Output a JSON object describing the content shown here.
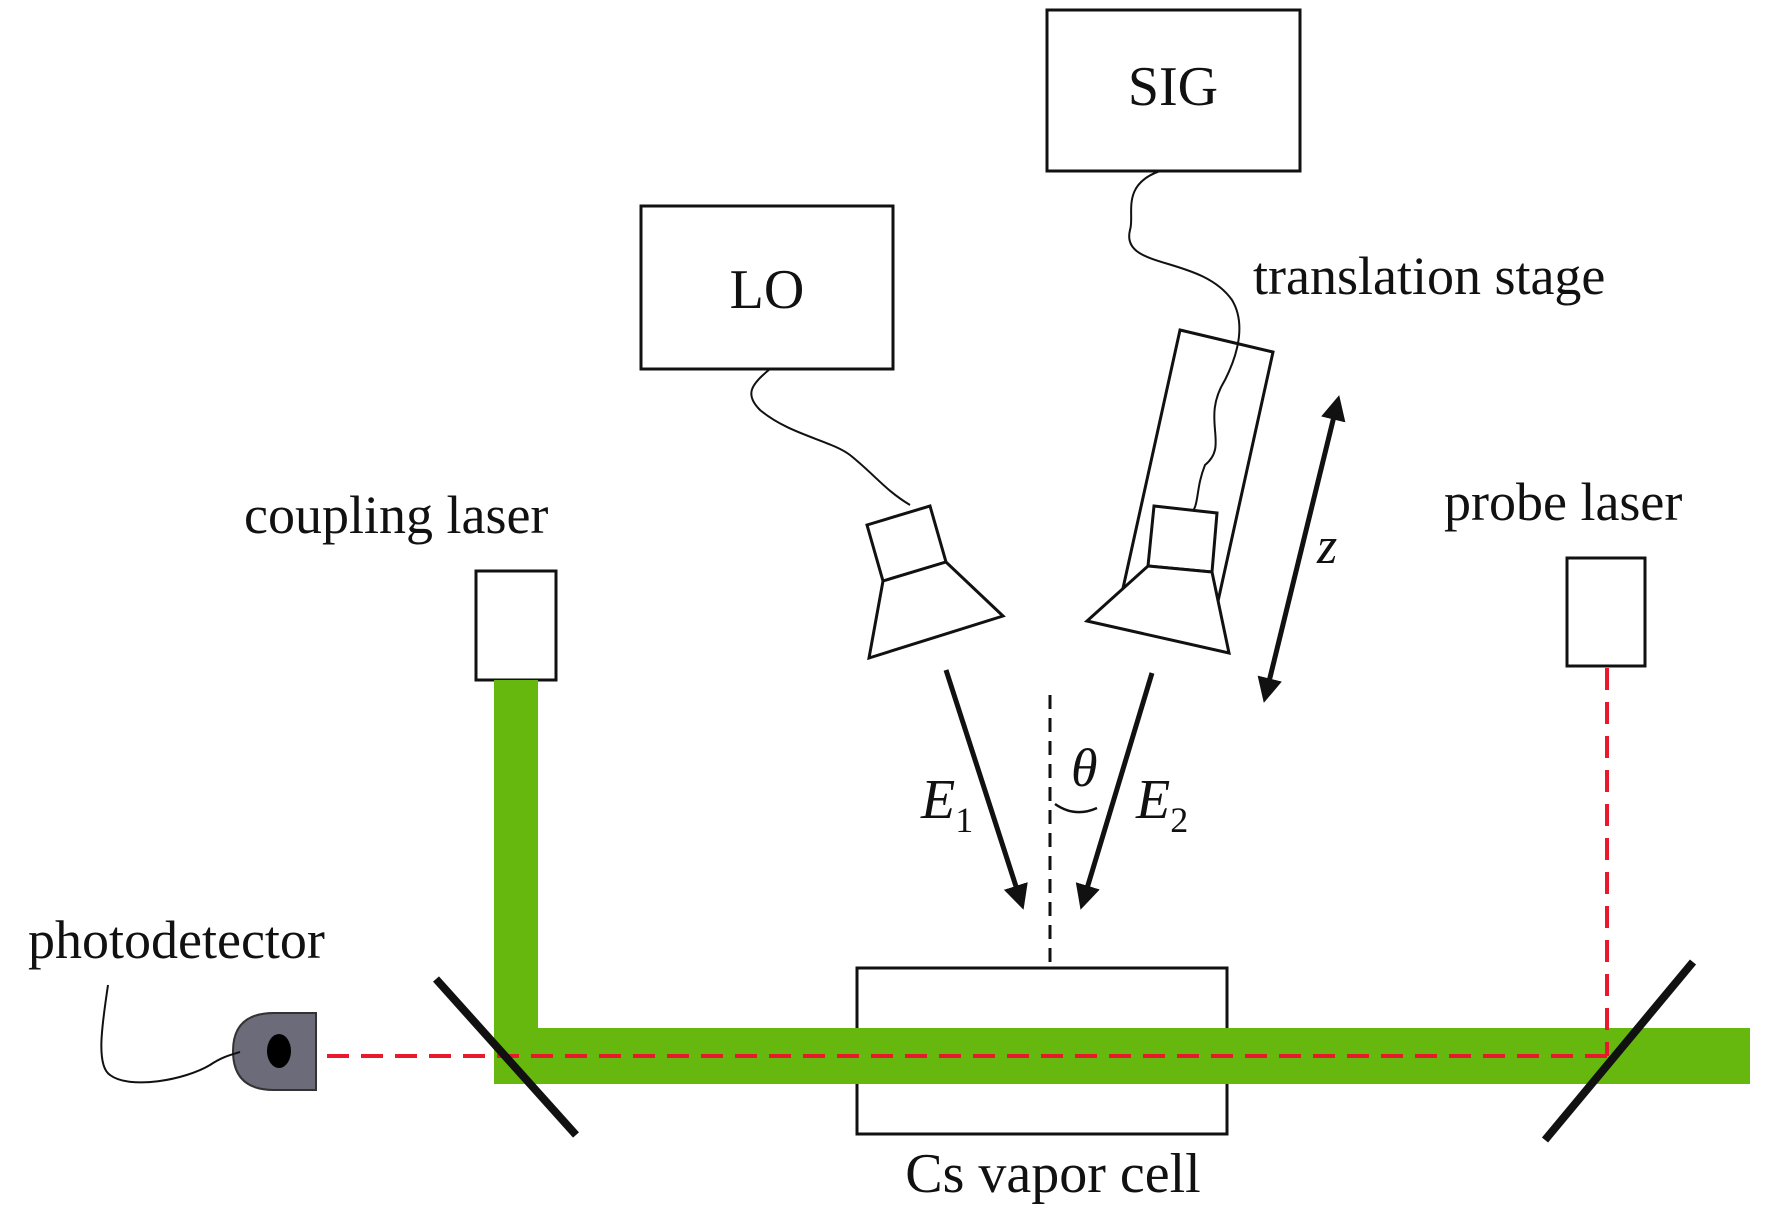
{
  "labels": {
    "sig": "SIG",
    "lo": "LO",
    "translation_stage": "translation stage",
    "coupling_laser": "coupling laser",
    "probe_laser": "probe laser",
    "photodetector": "photodetector",
    "vapor_cell": "Cs vapor cell",
    "z": "z",
    "theta": "θ",
    "e1": "E",
    "e1_sub": "1",
    "e2": "E",
    "e2_sub": "2"
  },
  "colors": {
    "coupling_beam": "#66b80e",
    "probe_beam": "#e8192c",
    "photodetector_body": "#6b6b7a",
    "outline": "#111111"
  }
}
